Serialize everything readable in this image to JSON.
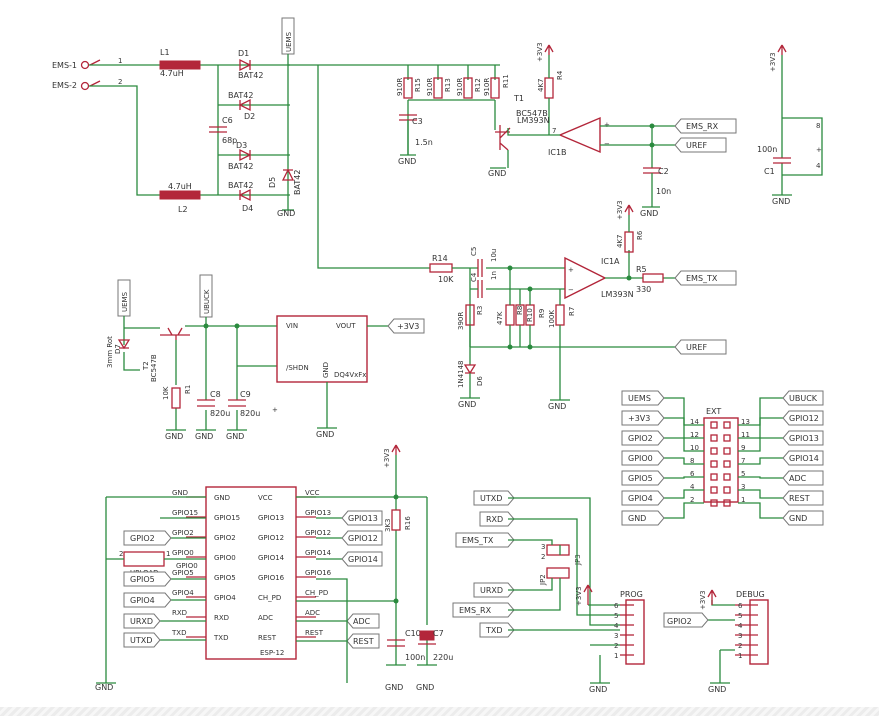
{
  "connectors": {
    "ems1": "EMS-1",
    "ems2": "EMS-2",
    "pin1": "1",
    "pin2": "2"
  },
  "components": {
    "L1": "L1",
    "L1_val": "4.7uH",
    "L2": "L2",
    "L2_val": "4.7uH",
    "D1": "D1",
    "D1_val": "BAT42",
    "D2": "D2",
    "D2_val": "BAT42",
    "D3": "D3",
    "D3_val": "BAT42",
    "D4": "D4",
    "D4_val": "BAT42",
    "D5": "D5",
    "D5_val": "BAT42",
    "C6": "C6",
    "C6_val": "68p",
    "R15": "R15",
    "R13": "R13",
    "R12": "R12",
    "R11": "R11",
    "R910": "910R",
    "C3": "C3",
    "C3_val": "1.5n",
    "R4": "R4",
    "R4_val": "4K7",
    "T1": "T1",
    "T1_val": "BC547B",
    "IC1B": "IC1B",
    "IC1B_val": "LM393N",
    "C2": "C2",
    "C2_val": "10n",
    "C1": "C1",
    "C1_val": "100n",
    "R14": "R14",
    "R14_val": "10K",
    "C5": "C5",
    "C5_val": "10u",
    "C4": "C4",
    "C4_val": "1n",
    "R6": "R6",
    "R6_val": "4K7",
    "R5": "R5",
    "R5_val": "330",
    "IC1A": "IC1A",
    "IC1A_val": "LM393N",
    "R3": "R3",
    "R3_val": "390R",
    "R8": "R8",
    "R8_val": "47K",
    "R10": "R10",
    "R9": "R9",
    "R7": "R7",
    "R7_val": "100K",
    "D6": "D6",
    "D6_val": "1N4148",
    "D7": "D7",
    "D7_val": "3mm Rot",
    "T2": "T2",
    "T2_val": "BC547B",
    "R1": "R1",
    "R1_val": "10K",
    "C8": "C8",
    "C8_val": "820u",
    "C9": "C9",
    "C9_val": "820u",
    "R16": "R16",
    "R16_val": "3K3",
    "C10": "C10",
    "C10_val": "100n",
    "C7": "C7",
    "C7_val": "220u",
    "JP2": "JP2",
    "JP3": "JP3",
    "PROG": "PROG",
    "DEBUG": "DEBUG",
    "EXT": "EXT",
    "UPLOAD": "UPLOAD"
  },
  "nets": {
    "gnd": "GND",
    "v3v3": "+3V3",
    "uems": "UEMS",
    "ubuck": "UBUCK",
    "ems_rx": "EMS_RX",
    "ems_tx": "EMS_TX",
    "uref": "UREF",
    "gpio0": "GPIO0",
    "gpio2": "GPIO2",
    "gpio4": "GPIO4",
    "gpio5": "GPIO5",
    "gpio12": "GPIO12",
    "gpio13": "GPIO13",
    "gpio14": "GPIO14",
    "gpio15": "GPIO15",
    "gpio16": "GPIO16",
    "adc": "ADC",
    "rest": "REST",
    "rxd": "RXD",
    "txd": "TXD",
    "urxd": "URXD",
    "utxd": "UTXD",
    "vcc": "VCC",
    "ch_pd": "CH_PD"
  },
  "regulator": {
    "vin": "VIN",
    "vout": "VOUT",
    "shdn": "/SHDN",
    "gnd": "GND",
    "part": "DQ4VxFx"
  },
  "esp": {
    "part": "ESP-12",
    "left": [
      "GND",
      "GPIO15",
      "GPIO2",
      "GPIO0",
      "GPIO5",
      "GPIO4",
      "RXD",
      "TXD"
    ],
    "right": [
      "VCC",
      "GPIO13",
      "GPIO12",
      "GPIO14",
      "GPIO16",
      "CH_PD",
      "ADC",
      "REST"
    ]
  },
  "ext_header": {
    "left_labels": [
      "UEMS",
      "+3V3",
      "GPIO2",
      "GPIO0",
      "GPIO5",
      "GPIO4",
      "GND"
    ],
    "right_labels": [
      "UBUCK",
      "GPIO12",
      "GPIO13",
      "GPIO14",
      "ADC",
      "REST",
      "GND"
    ],
    "left_pins": [
      "14",
      "12",
      "10",
      "8",
      "6",
      "4",
      "2"
    ],
    "right_pins": [
      "13",
      "11",
      "9",
      "7",
      "5",
      "3",
      "1"
    ]
  },
  "prog_pins": [
    "6",
    "5",
    "4",
    "3",
    "2",
    "1"
  ],
  "debug_pins": [
    "6",
    "5",
    "4",
    "3",
    "2",
    "1"
  ],
  "jp_pins": [
    "3",
    "2",
    "1"
  ]
}
